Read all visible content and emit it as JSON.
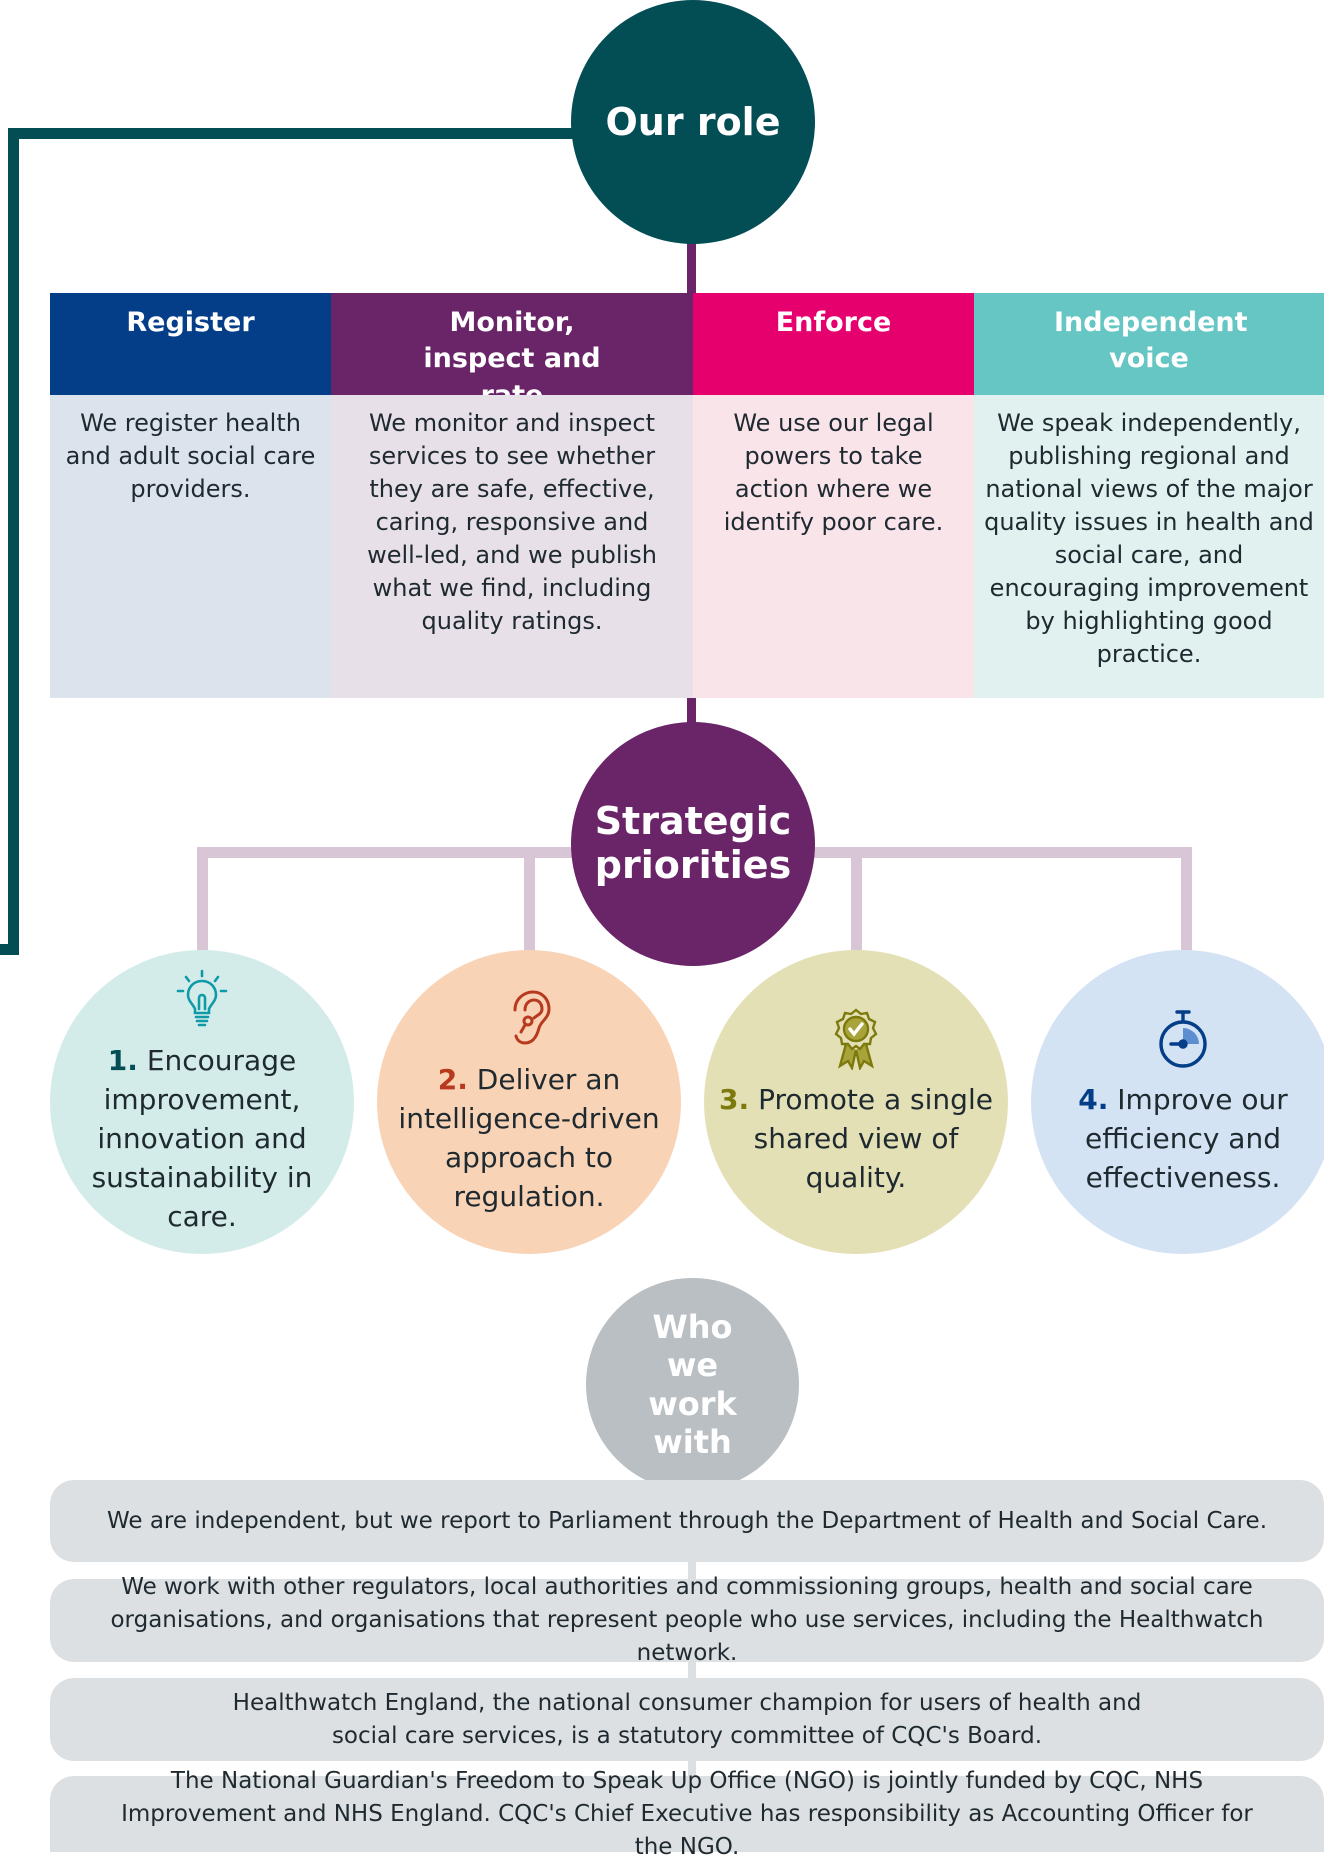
{
  "role": {
    "title": "Our role"
  },
  "columns": [
    {
      "title": "Register",
      "body": "We register health and adult social care providers.",
      "head_color": "#043e88",
      "body_color": "#dde3ec"
    },
    {
      "title": "Monitor, inspect and rate",
      "body": "We monitor and inspect services to see whether they are safe, effective, caring, responsive and well-led, and we publish what we find, including quality ratings.",
      "head_color": "#6a2468",
      "body_color": "#e7e0e8"
    },
    {
      "title": "Enforce",
      "body": "We use our legal powers to take action where we identify poor care.",
      "head_color": "#e5006e",
      "body_color": "#f9e4ea"
    },
    {
      "title": "Independent voice",
      "body": "We speak independently, publishing regional and national views of the major quality issues in health and social care, and encouraging improvement by highlighting good practice.",
      "head_color": "#66c6c4",
      "body_color": "#e1f1f0"
    }
  ],
  "strategic": {
    "title": "Strategic priorities"
  },
  "priorities": [
    {
      "number": "1.",
      "text": "Encourage improvement, innovation and sustainability in care.",
      "icon": "lightbulb-icon",
      "bg": "#d3ecea",
      "num_color": "#034e55"
    },
    {
      "number": "2.",
      "text": "Deliver an intelligence-driven approach to regulation.",
      "icon": "ear-icon",
      "bg": "#f9d3b6",
      "num_color": "#b83a1e"
    },
    {
      "number": "3.",
      "text": "Promote a single shared view of quality.",
      "icon": "award-rosette-icon",
      "bg": "#e3e0b6",
      "num_color": "#7d7a0d"
    },
    {
      "number": "4.",
      "text": "Improve our efficiency and effectiveness.",
      "icon": "stopwatch-icon",
      "bg": "#d3e3f3",
      "num_color": "#043e88"
    }
  ],
  "who": {
    "title": "Who we work with"
  },
  "statements": [
    "We are independent, but we report to Parliament through the Department of Health and Social Care.",
    "We work with other regulators, local authorities and commissioning groups, health and social care organisations, and organisations that represent people who use services, including the Healthwatch network.",
    "Healthwatch England, the national consumer champion for users of health and social care services, is a statutory committee of CQC's Board.",
    "The National Guardian's Freedom to Speak Up Office (NGO) is jointly funded by CQC, NHS Improvement and NHS England. CQC's Chief Executive has responsibility as Accounting Officer for the NGO."
  ]
}
